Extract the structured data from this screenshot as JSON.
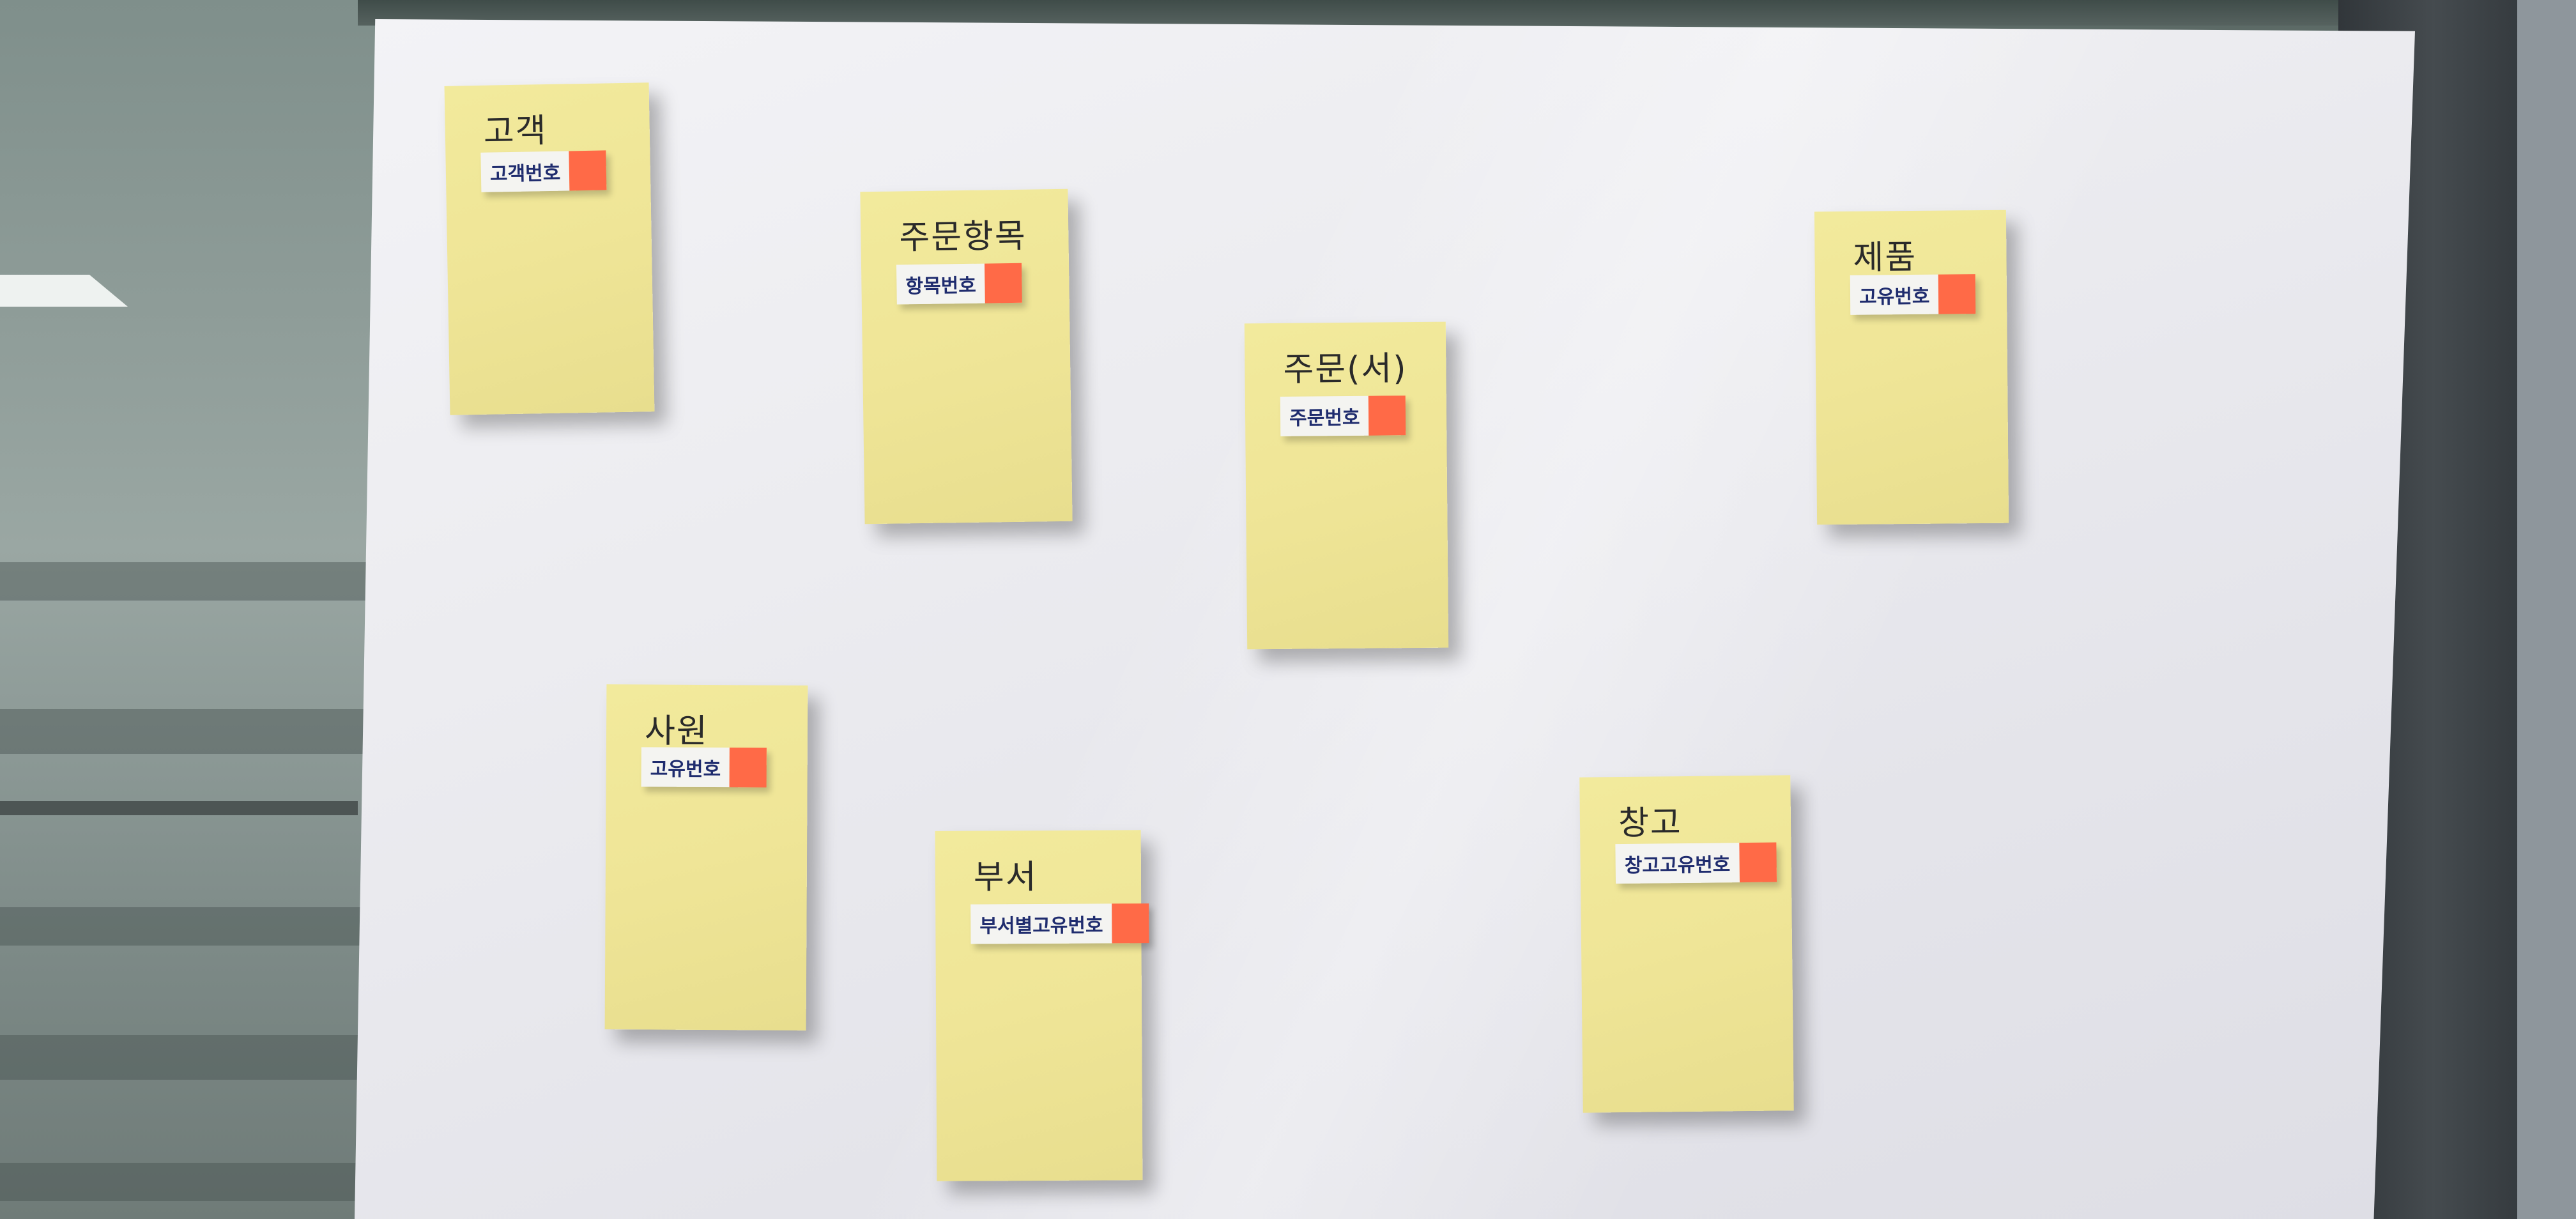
{
  "notes": [
    {
      "title": "고객",
      "tag": "고객번호"
    },
    {
      "title": "주문항목",
      "tag": "항목번호"
    },
    {
      "title": "주문(서)",
      "tag": "주문번호"
    },
    {
      "title": "제품",
      "tag": "고유번호"
    },
    {
      "title": "사원",
      "tag": "고유번호"
    },
    {
      "title": "부서",
      "tag": "부서별고유번호"
    },
    {
      "title": "창고",
      "tag": "창고고유번호"
    }
  ],
  "colors": {
    "sticky_note": "#f0e79a",
    "flag": "#ff6a47",
    "tag_ink": "#1f2c6e",
    "paper": "#ececf0"
  }
}
